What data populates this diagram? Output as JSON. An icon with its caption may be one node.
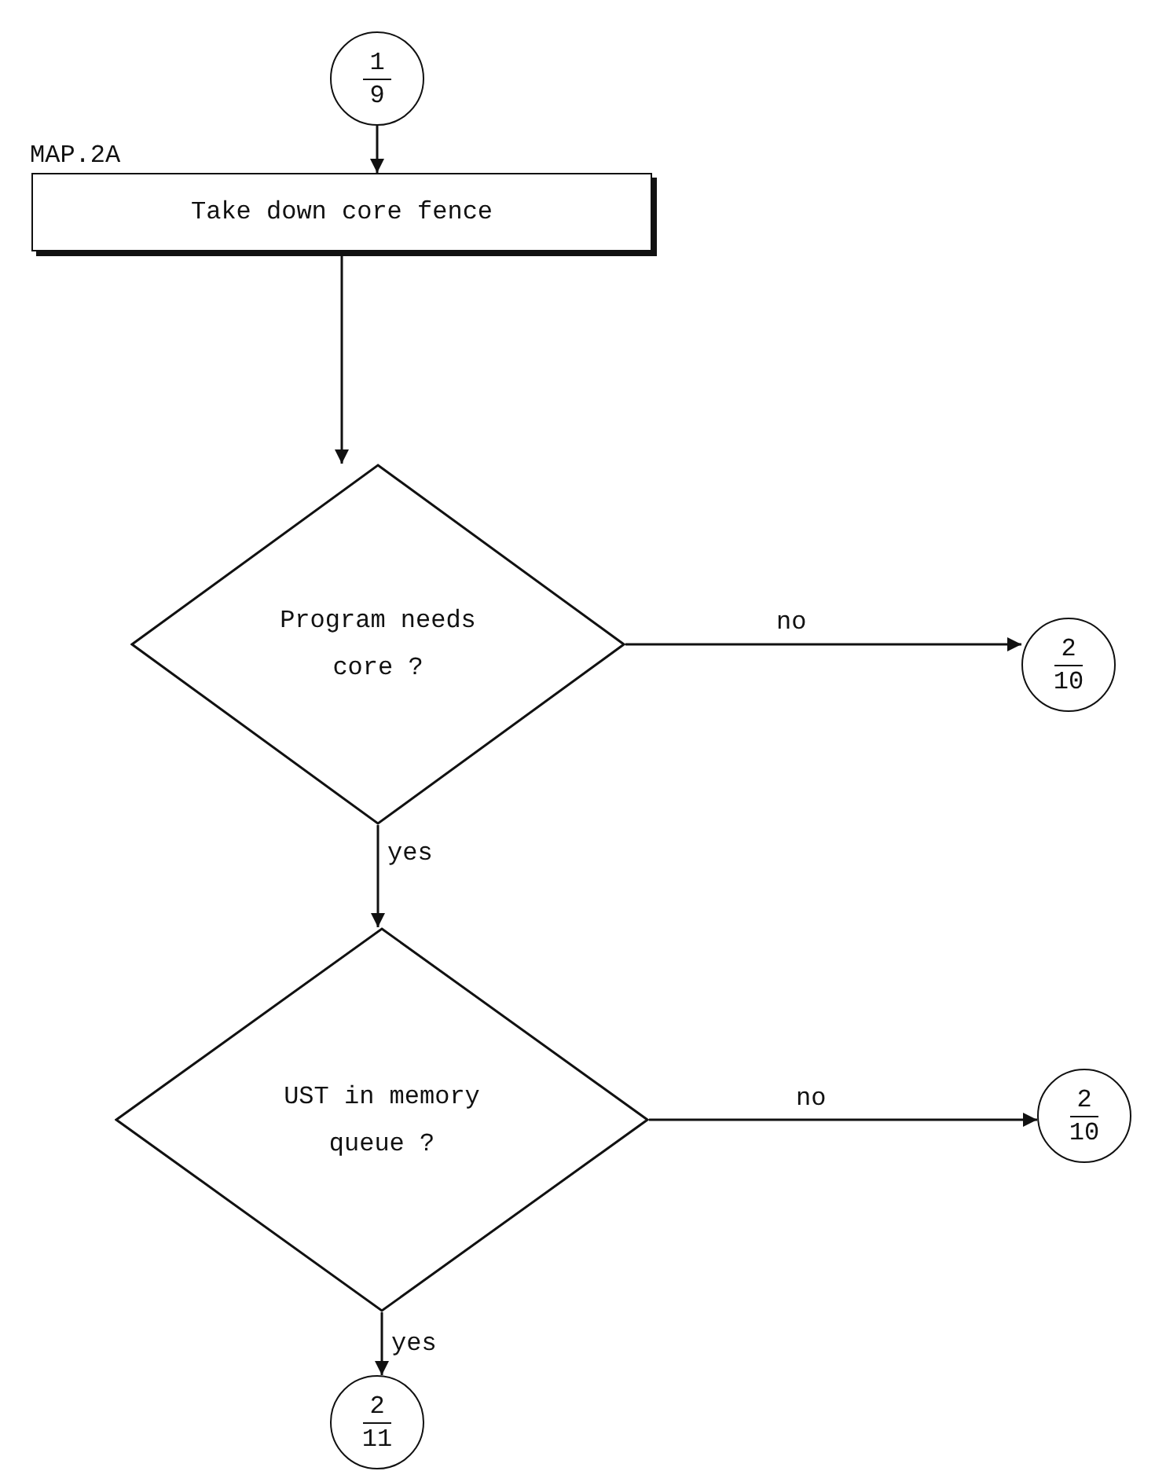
{
  "diagram": {
    "nodes": [
      {
        "text": [
          "1",
          "9"
        ]
      },
      {
        "text": [
          "MAP.2A",
          "Take down core fence"
        ]
      },
      {
        "text": [
          "Program needs core ?"
        ]
      },
      {
        "text": [
          "2",
          "10"
        ]
      },
      {
        "text": [
          "UST in memory queue ?"
        ]
      },
      {
        "text": [
          "2",
          "10"
        ]
      },
      {
        "text": [
          "2",
          "11"
        ]
      }
    ],
    "edges": [
      {
        "from": 0,
        "to": 1,
        "arrow": "to"
      },
      {
        "from": 1,
        "to": 2,
        "arrow": "to"
      },
      {
        "from": 2,
        "to": 3,
        "arrow": "to",
        "label": "no"
      },
      {
        "from": 2,
        "to": 4,
        "arrow": "to",
        "label": "yes"
      },
      {
        "from": 4,
        "to": 5,
        "arrow": "to",
        "label": "no"
      },
      {
        "from": 4,
        "to": 6,
        "arrow": "to",
        "label": "yes"
      }
    ]
  }
}
